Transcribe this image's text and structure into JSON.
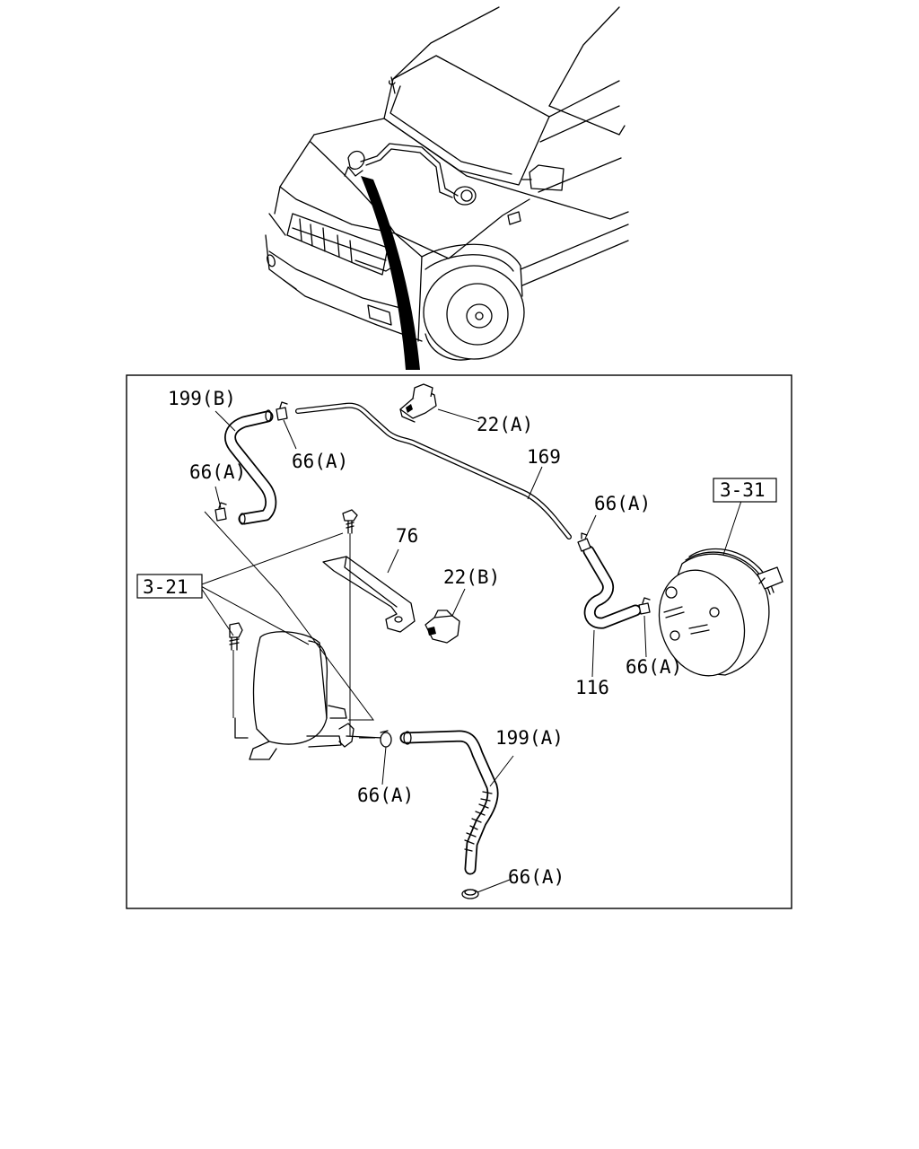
{
  "labels": {
    "hose_199b": "199(B)",
    "clip_66a_top": "66(A)",
    "clip_66a_left": "66(A)",
    "bracket_22a": "22(A)",
    "pipe_169": "169",
    "clip_66a_right_top": "66(A)",
    "ref_3_31": "3-31",
    "bracket_76": "76",
    "bracket_22b": "22(B)",
    "ref_3_21": "3-21",
    "hose_116": "116",
    "clip_66a_booster": "66(A)",
    "hose_199a": "199(A)",
    "clip_66a_tank": "66(A)",
    "clip_66a_bottom": "66(A)"
  }
}
